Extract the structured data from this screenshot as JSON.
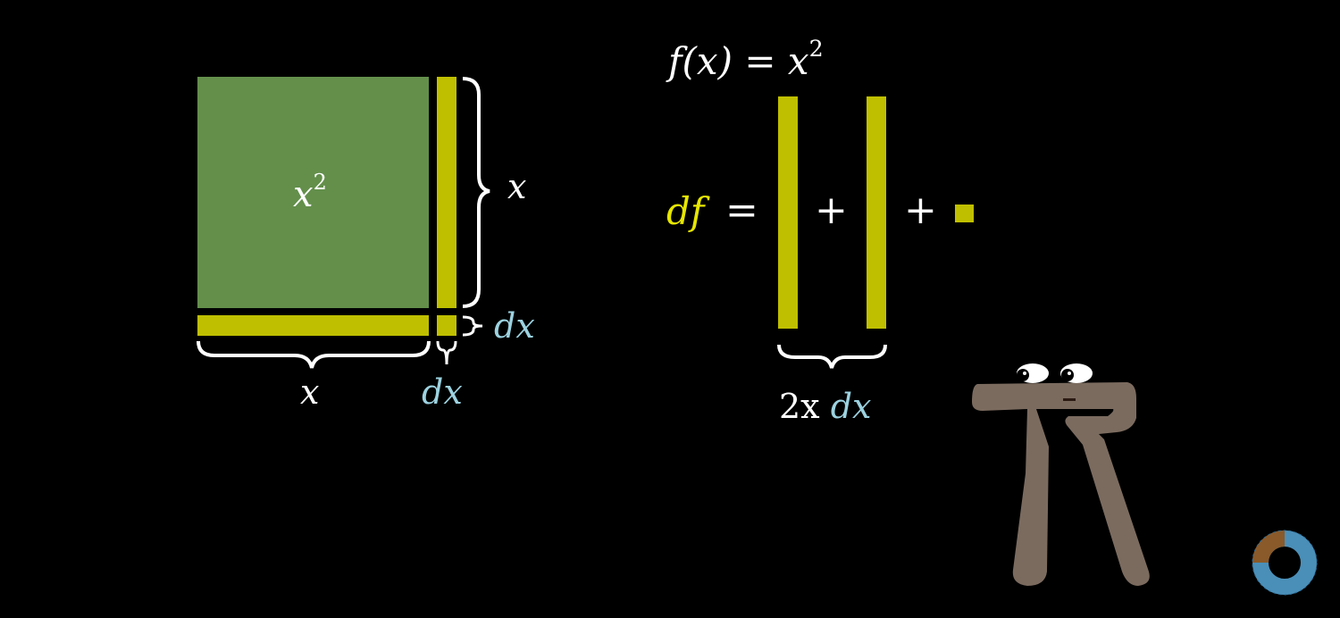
{
  "colors": {
    "square": "#638f4b",
    "strip": "#bfbf00",
    "dx_label": "#9cd2e0",
    "df_label": "#e6e600",
    "text": "#ffffff",
    "pi_creature": "#7b6b5f",
    "logo_blue": "#4a8fb8",
    "logo_brown": "#8a5a2a"
  },
  "left_diagram": {
    "square_label_base": "x",
    "square_label_exp": "2",
    "side_label": "x",
    "side_dx_label": "dx",
    "bottom_label": "x",
    "bottom_dx_label": "dx"
  },
  "right_formula": {
    "function_def": "f(x) = x",
    "function_exp": "2",
    "df": "df",
    "equals": "=",
    "plus1": "+",
    "plus2": "+",
    "coef": "2x",
    "dx": "dx"
  },
  "icons": [
    "pi-creature",
    "loading-spinner-logo"
  ]
}
